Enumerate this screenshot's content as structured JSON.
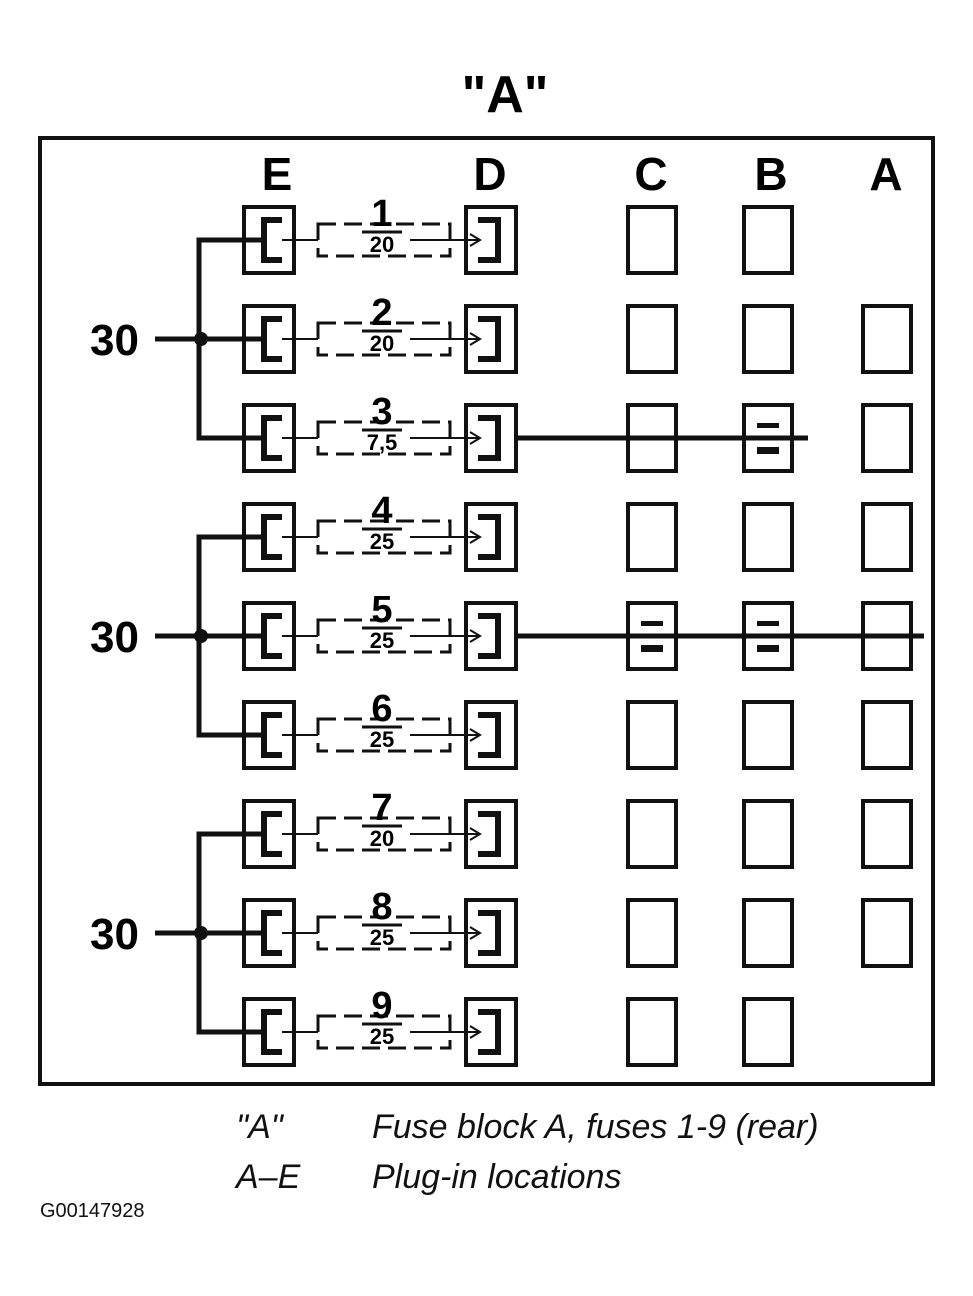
{
  "title": "\"A\"",
  "columns": [
    "E",
    "D",
    "C",
    "B",
    "A"
  ],
  "fuses": [
    {
      "number": "1",
      "rating": "20",
      "bridged_to": "none"
    },
    {
      "number": "2",
      "rating": "20",
      "bridged_to": "none"
    },
    {
      "number": "3",
      "rating": "7,5",
      "bridged_to": "B"
    },
    {
      "number": "4",
      "rating": "25",
      "bridged_to": "none"
    },
    {
      "number": "5",
      "rating": "25",
      "bridged_to": "A"
    },
    {
      "number": "6",
      "rating": "25",
      "bridged_to": "none"
    },
    {
      "number": "7",
      "rating": "20",
      "bridged_to": "none"
    },
    {
      "number": "8",
      "rating": "25",
      "bridged_to": "none"
    },
    {
      "number": "9",
      "rating": "25",
      "bridged_to": "none"
    }
  ],
  "feeds": [
    {
      "label": "30",
      "fuses": [
        "1",
        "2",
        "3"
      ]
    },
    {
      "label": "30",
      "fuses": [
        "4",
        "5",
        "6"
      ]
    },
    {
      "label": "30",
      "fuses": [
        "7",
        "8",
        "9"
      ]
    }
  ],
  "legend": [
    {
      "key": "\"A\"",
      "text": "Fuse block A, fuses 1-9 (rear)"
    },
    {
      "key": "A–E",
      "text": "Plug-in locations"
    }
  ],
  "figure_code": "G00147928"
}
